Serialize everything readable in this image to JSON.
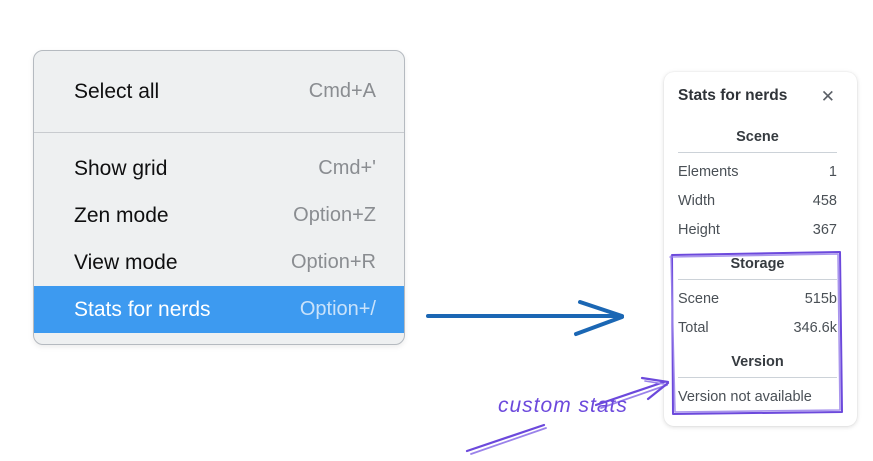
{
  "context_menu": {
    "items": [
      {
        "label": "Select all",
        "shortcut": "Cmd+A"
      },
      {
        "label": "Show grid",
        "shortcut": "Cmd+'"
      },
      {
        "label": "Zen mode",
        "shortcut": "Option+Z"
      },
      {
        "label": "View mode",
        "shortcut": "Option+R"
      },
      {
        "label": "Stats for nerds",
        "shortcut": "Option+/",
        "selected": true
      }
    ]
  },
  "stats_panel": {
    "title": "Stats for nerds",
    "close_icon": "✕",
    "sections": [
      {
        "heading": "Scene",
        "rows": [
          {
            "label": "Elements",
            "value": "1"
          },
          {
            "label": "Width",
            "value": "458"
          },
          {
            "label": "Height",
            "value": "367"
          }
        ]
      },
      {
        "heading": "Storage",
        "rows": [
          {
            "label": "Scene",
            "value": "515b"
          },
          {
            "label": "Total",
            "value": "346.6k"
          }
        ]
      },
      {
        "heading": "Version",
        "note": "Version not available"
      }
    ]
  },
  "annotations": {
    "custom_stats_label": "custom stats",
    "colors": {
      "menu_highlight": "#3d9af0",
      "blue_arrow": "#1b67b4",
      "purple": "#6c49dc",
      "purple_light": "#9a82ea"
    }
  }
}
